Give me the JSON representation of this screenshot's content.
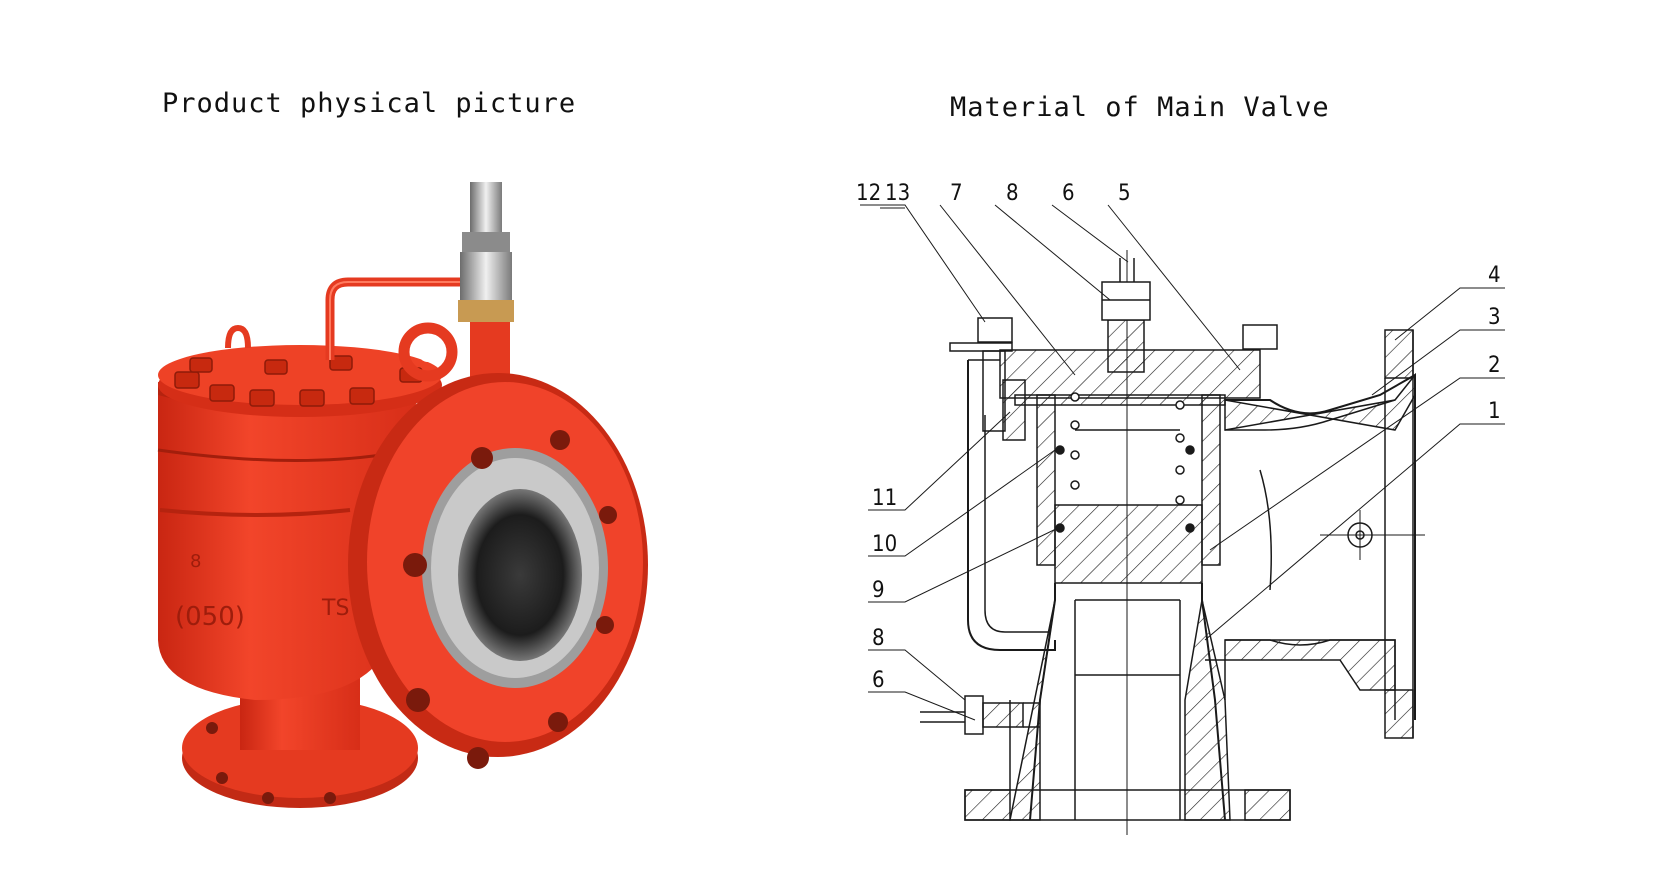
{
  "left_panel": {
    "title": "Product physical picture"
  },
  "right_panel": {
    "title": "Material of Main Valve",
    "part_labels": [
      "12",
      "13",
      "7",
      "8",
      "6",
      "5",
      "4",
      "3",
      "2",
      "1",
      "11",
      "10",
      "9",
      "8",
      "6"
    ]
  },
  "colors": {
    "valve_red": "#e8341c",
    "metal": "#b9b9b9",
    "line": "#1a1a1a"
  }
}
